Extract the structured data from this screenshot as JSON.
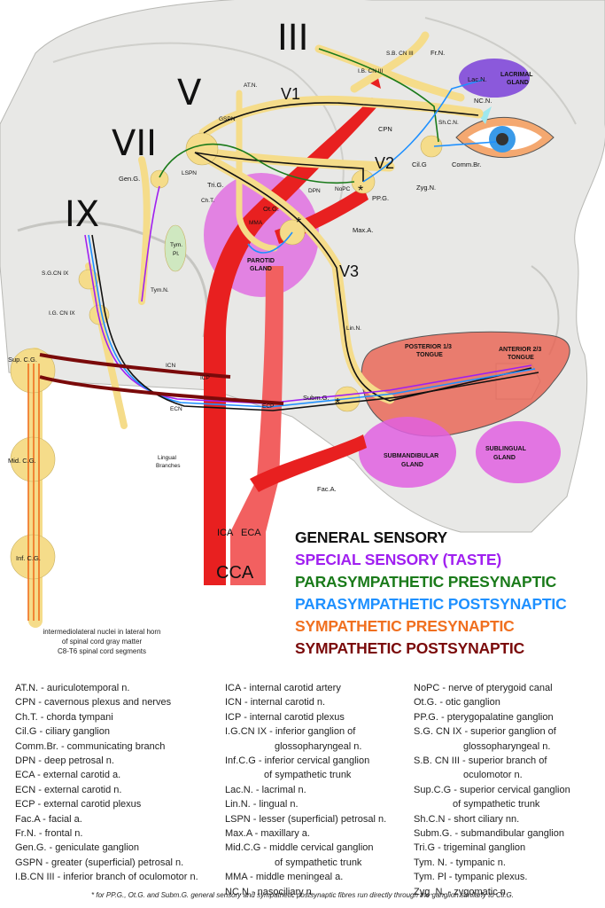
{
  "diagram": {
    "cranial_nerves": {
      "III": "III",
      "V": "V",
      "VII": "VII",
      "IX": "IX"
    },
    "branches": {
      "V1": "V1",
      "V2": "V2",
      "V3": "V3"
    },
    "labels": {
      "sb_cn_iii": "S.B. CN III",
      "ib_cn_iii": "I.B. CN III",
      "fr_n": "Fr.N.",
      "lac_n": "Lac.N.",
      "nc_n": "NC.N.",
      "sh_c_n": "Sh.C.N.",
      "cpn": "CPN",
      "cil_g": "Cil.G",
      "comm_br": "Comm.Br.",
      "zyg_n": "Zyg.N.",
      "at_n": "AT.N.",
      "gspn": "GSPN",
      "lspn": "LSPN",
      "gen_g": "Gen.G.",
      "tri_g": "Tri.G.",
      "ch_t": "Ch.T.",
      "ot_g": "Ot.G.",
      "mma": "MMA",
      "dpn": "DPN",
      "nopc": "NoPC",
      "pp_g": "PP.G.",
      "max_a": "Max.A.",
      "tym_pl_1": "Tym.",
      "tym_pl_2": "Pl.",
      "tym_n": "Tym.N.",
      "sg_cn_ix": "S.G.CN IX",
      "ig_cn_ix": "I.G. CN IX",
      "lin_n": "Lin.N.",
      "sup_cg": "Sup. C.G.",
      "mid_cg": "Mid. C.G.",
      "inf_cg": "Inf. C.G.",
      "icn": "ICN",
      "ecn": "ECN",
      "icp": "ICP",
      "ecp": "ECP",
      "lingual_branches_1": "Lingual",
      "lingual_branches_2": "Branches",
      "subm_g": "Subm.G.",
      "fac_a": "Fac.A.",
      "ica": "ICA",
      "eca": "ECA",
      "cca": "CCA",
      "asterisk": "*"
    },
    "glands": {
      "lacrimal_1": "LACRIMAL",
      "lacrimal_2": "GLAND",
      "parotid_1": "PAROTID",
      "parotid_2": "GLAND",
      "submandibular_1": "SUBMANDIBULAR",
      "submandibular_2": "GLAND",
      "sublingual_1": "SUBLINGUAL",
      "sublingual_2": "GLAND",
      "posterior_tongue_1": "POSTERIOR 1/3",
      "posterior_tongue_2": "TONGUE",
      "anterior_tongue_1": "ANTERIOR 2/3",
      "anterior_tongue_2": "TONGUE"
    },
    "colors": {
      "general_sensory": "#111111",
      "special_sensory": "#a020f0",
      "parasympathetic_pre": "#1a7a1a",
      "parasympathetic_post": "#1e90ff",
      "sympathetic_pre": "#f07020",
      "sympathetic_post": "#7a0a0a",
      "nerve_sheath": "#f5dc8a",
      "artery": "#e82020",
      "artery_light": "#f26060",
      "gland": "#e060e0",
      "lacrimal": "#7a40d8",
      "tongue": "#e86050"
    }
  },
  "legend": [
    {
      "label": "GENERAL SENSORY",
      "color": "#111111"
    },
    {
      "label": "SPECIAL SENSORY (TASTE)",
      "color": "#a020f0"
    },
    {
      "label": "PARASYMPATHETIC PRESYNAPTIC",
      "color": "#1a7a1a"
    },
    {
      "label": "PARASYMPATHETIC POSTSYNAPTIC",
      "color": "#1e90ff"
    },
    {
      "label": "SYMPATHETIC PRESYNAPTIC",
      "color": "#f07020"
    },
    {
      "label": "SYMPATHETIC POSTSYNAPTIC",
      "color": "#7a0a0a"
    }
  ],
  "spinal_note": [
    "intermediolateral nuclei in lateral horn",
    "of spinal cord gray matter",
    "C8-T6 spinal cord segments"
  ],
  "abbreviations": {
    "col1": [
      "AT.N. - auriculotemporal n.",
      "CPN - cavernous plexus and nerves",
      "Ch.T. - chorda tympani",
      "Cil.G - ciliary ganglion",
      "Comm.Br. - communicating branch",
      "DPN - deep petrosal n.",
      "ECA - external carotid a.",
      "ECN - external carotid n.",
      "ECP - external carotid plexus",
      "Fac.A - facial a.",
      "Fr.N. - frontal n.",
      "Gen.G. - geniculate ganglion",
      "GSPN - greater (superficial) petrosal n.",
      "I.B.CN III - inferior branch of oculomotor n."
    ],
    "col2": [
      "ICA - internal carotid artery",
      "ICN - internal carotid n.",
      "ICP - internal carotid plexus",
      "I.G.CN IX - inferior ganglion of",
      "glossopharyngeal n.",
      "Inf.C.G - inferior cervical ganglion",
      "of sympathetic trunk",
      "Lac.N. - lacrimal n.",
      "Lin.N. - lingual n.",
      "LSPN - lesser (superficial) petrosal n.",
      "Max.A - maxillary a.",
      "Mid.C.G - middle cervical ganglion",
      "of sympathetic trunk",
      "MMA - middle meningeal a.",
      "NC.N - nasociliary n."
    ],
    "col3": [
      "NoPC - nerve of pterygoid canal",
      "Ot.G. - otic ganglion",
      "PP.G. - pterygopalatine ganglion",
      "S.G. CN IX - superior ganglion of",
      "glossopharyngeal n.",
      "S.B. CN III - superior branch of",
      "oculomotor n.",
      "Sup.C.G - superior cervical ganglion",
      "of sympathetic trunk",
      "Sh.C.N - short ciliary nn.",
      "Subm.G. - submandibular ganglion",
      "Tri.G - trigeminal ganglion",
      "Tym. N. - tympanic n.",
      "Tym. Pl - tympanic plexus.",
      "Zyg. N. - zygomatic n."
    ]
  },
  "footnote": "* for PP.G., Ot.G. and Subm.G. general sensory and sympathetic postsynaptic fibres run directly through the ganglion similarly to Cil.G."
}
